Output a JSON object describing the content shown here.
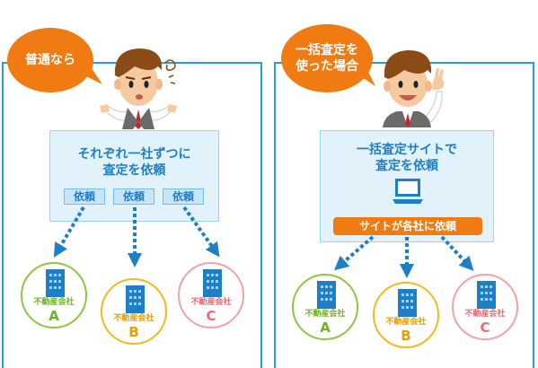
{
  "left": {
    "bubble": "普通なら",
    "instruction_line1": "それぞれ一社ずつに",
    "instruction_line2": "査定を依頼",
    "buttons": [
      "依頼",
      "依頼",
      "依頼"
    ],
    "companies": [
      {
        "label": "不動産会社",
        "letter": "A"
      },
      {
        "label": "不動産会社",
        "letter": "B"
      },
      {
        "label": "不動産会社",
        "letter": "C"
      }
    ]
  },
  "right": {
    "bubble_line1": "一括査定を",
    "bubble_line2": "使った場合",
    "instruction_line1": "一括査定サイトで",
    "instruction_line2": "査定を依頼",
    "bar_label": "サイトが各社に依頼",
    "companies": [
      {
        "label": "不動産会社",
        "letter": "A"
      },
      {
        "label": "不動産会社",
        "letter": "B"
      },
      {
        "label": "不動産会社",
        "letter": "C"
      }
    ]
  },
  "colors": {
    "frame": "#2a9fd6",
    "bubble": "#f07b13",
    "box_fill": "#e1f2fb",
    "text_blue": "#1f7fc6",
    "company_a": "#8ec63f",
    "company_b": "#f6b81c",
    "company_c": "#f3a1a4"
  },
  "icons": [
    "worried-man-icon",
    "happy-man-icon",
    "laptop-icon",
    "building-icon"
  ]
}
